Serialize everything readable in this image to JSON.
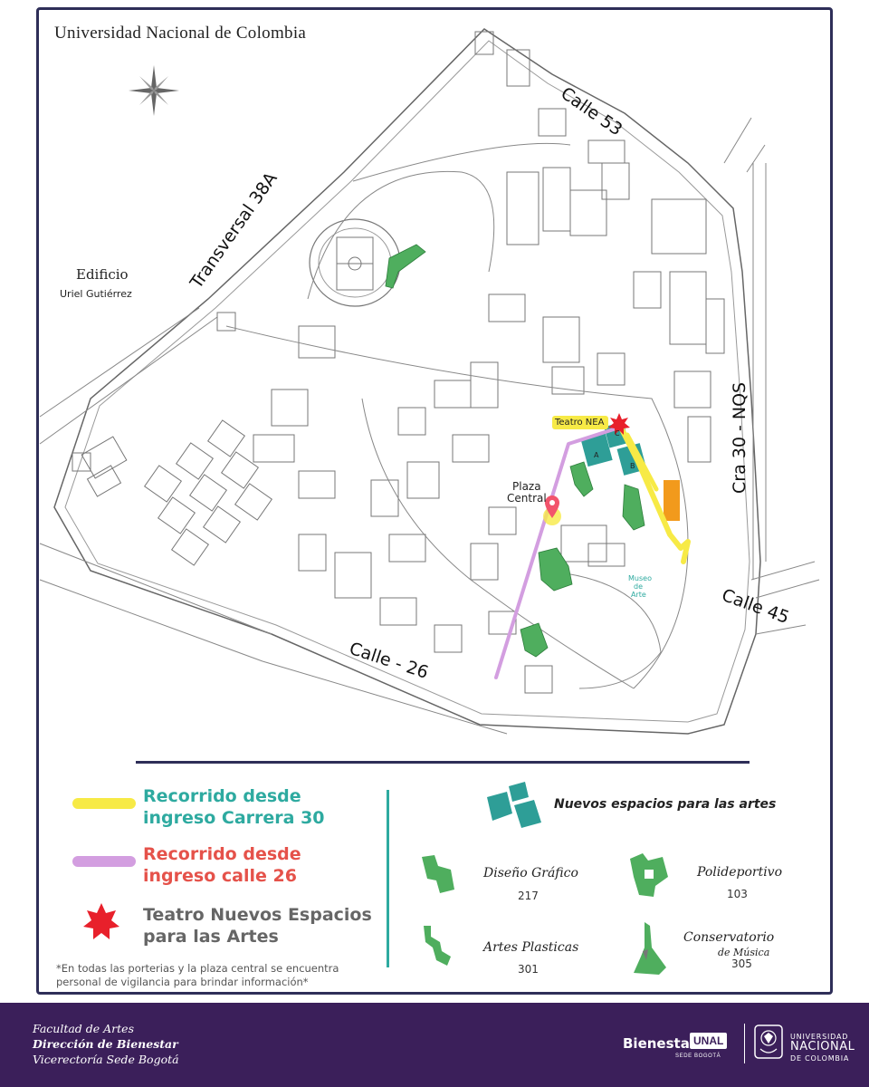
{
  "map": {
    "title": "Universidad Nacional de Colombia",
    "streets": {
      "calle53": "Calle 53",
      "transversal": "Transversal 38A",
      "cra30": "Cra 30 - NQS",
      "calle45": "Calle 45",
      "calle26": "Calle - 26"
    },
    "labels": {
      "edificio": "Edificio",
      "uriel": "Uriel Gutiérrez",
      "plaza1": "Plaza",
      "plaza2": "Central",
      "teatro_nea": "Teatro NEA",
      "museo1": "Museo",
      "museo2": "de",
      "museo3": "Arte",
      "block_a": "A",
      "block_b": "B",
      "block_c": "C"
    },
    "colors": {
      "route_cra30": "#f7ea46",
      "route_calle26": "#d39ee0",
      "teatro_star": "#e8202b",
      "new_spaces": "#2e9e97",
      "buildings_green": "#4fae5e",
      "orange_building": "#f29a1c",
      "teal_text": "#2eaaa0",
      "red_text": "#e5524a"
    }
  },
  "legend": {
    "route_cra30_line1": "Recorrido desde",
    "route_cra30_line2": "ingreso Carrera 30",
    "route_calle26_line1": "Recorrido desde",
    "route_calle26_line2": "ingreso calle 26",
    "teatro_line1": "Teatro Nuevos Espacios",
    "teatro_line2": "para las Artes",
    "nuevos_espacios": "Nuevos espacios para las artes",
    "diseno": "Diseño Gráfico",
    "diseno_num": "217",
    "polideportivo": "Polideportivo",
    "poli_num": "103",
    "artes": "Artes Plasticas",
    "artes_num": "301",
    "conservatorio": "Conservatorio",
    "conservatorio_sub": "de Música",
    "conservatorio_num": "305",
    "note": "*En todas las porterias y la plaza central se encuentra personal de vigilancia para brindar información*"
  },
  "footer": {
    "line1": "Facultad de Artes",
    "line2": "Dirección de Bienestar",
    "line3": "Vicerectoría Sede Bogotá",
    "bienestar": "Bienestar",
    "unal": "UNAL",
    "sede": "SEDE BOGOTÁ",
    "un_line1": "UNIVERSIDAD",
    "un_line2": "NACIONAL",
    "un_line3": "DE COLOMBIA"
  }
}
